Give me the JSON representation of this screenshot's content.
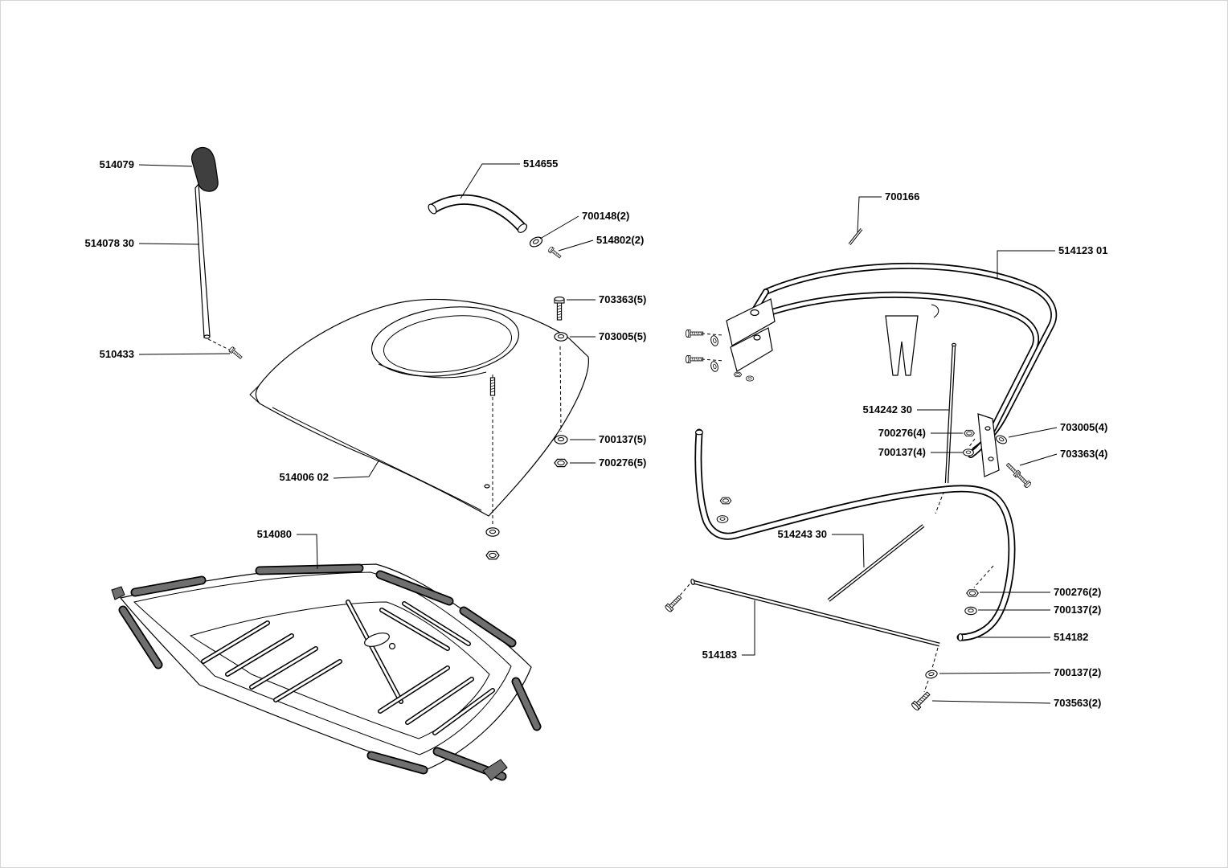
{
  "diagram": {
    "type": "exploded-parts-diagram",
    "background": "#ffffff",
    "colors": {
      "line": "#000000",
      "grip": "#3f3f3f",
      "strip": "#6f6f6f"
    },
    "callouts": {
      "c514079": "514079",
      "c514078_30": "514078 30",
      "c510433": "510433",
      "c514655": "514655",
      "c700148_2": "700148(2)",
      "c514802_2": "514802(2)",
      "c703363_5": "703363(5)",
      "c703005_5": "703005(5)",
      "c700137_5": "700137(5)",
      "c700276_5": "700276(5)",
      "c514006_02": "514006 02",
      "c514080": "514080",
      "c700166": "700166",
      "c514123_01": "514123 01",
      "c514242_30": "514242 30",
      "c700276_4": "700276(4)",
      "c700137_4": "700137(4)",
      "c703005_4": "703005(4)",
      "c703363_4": "703363(4)",
      "c514243_30": "514243 30",
      "c700276_2": "700276(2)",
      "c700137_2_upper": "700137(2)",
      "c514182": "514182",
      "c514183": "514183",
      "c700137_2_lower": "700137(2)",
      "c703563_2": "703563(2)"
    }
  }
}
